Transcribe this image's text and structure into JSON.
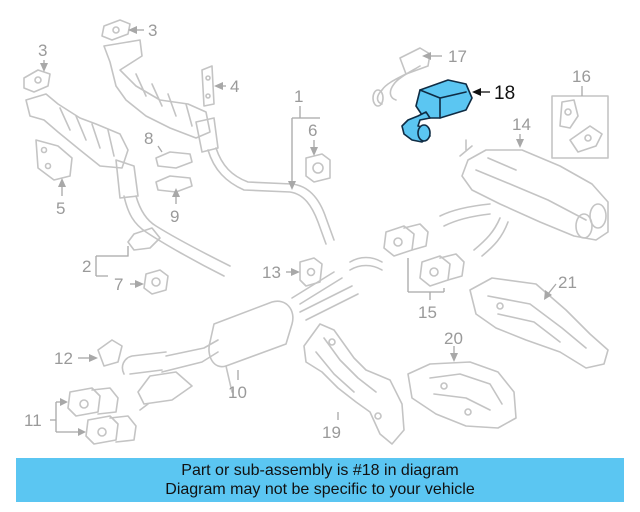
{
  "diagram": {
    "highlighted_part": "18",
    "highlight_color": "#5bc6f2",
    "callouts": {
      "c1": "1",
      "c2": "2",
      "c3a": "3",
      "c3b": "3",
      "c4": "4",
      "c5": "5",
      "c6": "6",
      "c7": "7",
      "c8": "8",
      "c9": "9",
      "c10": "10",
      "c11": "11",
      "c12": "12",
      "c13": "13",
      "c14": "14",
      "c15": "15",
      "c16": "16",
      "c17": "17",
      "c18": "18",
      "c19": "19",
      "c20": "20",
      "c21": "21"
    }
  },
  "banner": {
    "line1": "Part or sub-assembly is #18 in diagram",
    "line2": "Diagram may not be specific to your vehicle",
    "background": "#5bc6f2"
  }
}
